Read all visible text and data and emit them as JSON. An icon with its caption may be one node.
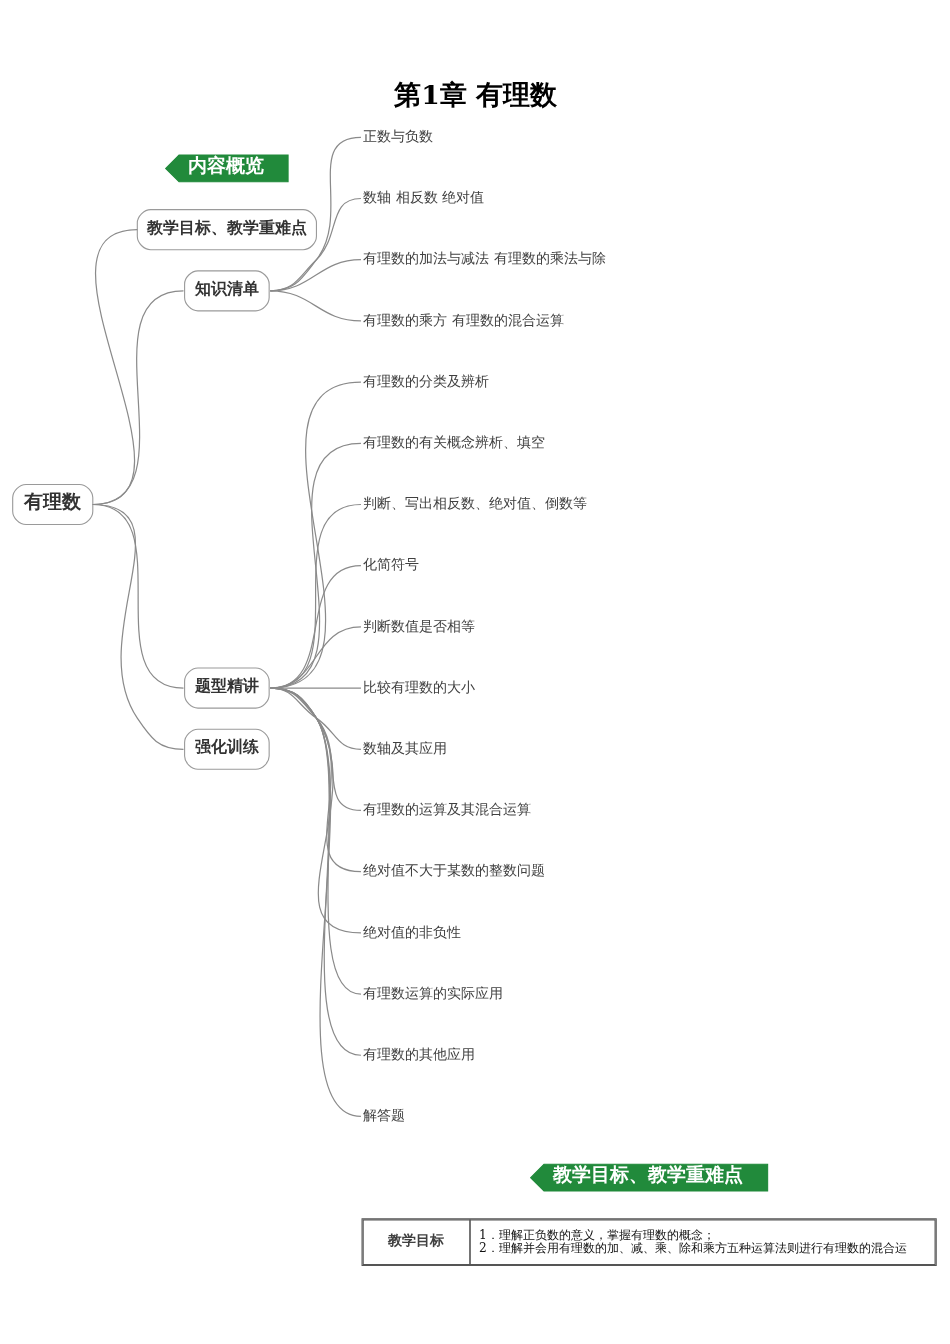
{
  "diagram": {
    "title": "第1章 有理数",
    "nodes": [
      {
        "text": [
          "内容概览"
        ]
      },
      {
        "text": [
          "有理数"
        ]
      },
      {
        "text": [
          "教学目标、教学重难点"
        ]
      },
      {
        "text": [
          "知识清单"
        ]
      },
      {
        "text": [
          "正数与负数"
        ]
      },
      {
        "text": [
          "数轴 相反数 绝对值"
        ]
      },
      {
        "text": [
          "有理数的加法与减法 有理数的乘法与除"
        ]
      },
      {
        "text": [
          "有理数的乘方 有理数的混合运算"
        ]
      },
      {
        "text": [
          "题型精讲"
        ]
      },
      {
        "text": [
          "有理数的分类及辨析"
        ]
      },
      {
        "text": [
          "有理数的有关概念辨析、填空"
        ]
      },
      {
        "text": [
          "判断、写出相反数、绝对值、倒数等"
        ]
      },
      {
        "text": [
          "化简符号"
        ]
      },
      {
        "text": [
          "判断数值是否相等"
        ]
      },
      {
        "text": [
          "比较有理数的大小"
        ]
      },
      {
        "text": [
          "数轴及其应用"
        ]
      },
      {
        "text": [
          "有理数的运算及其混合运算"
        ]
      },
      {
        "text": [
          "绝对值不大于某数的整数问题"
        ]
      },
      {
        "text": [
          "绝对值的非负性"
        ]
      },
      {
        "text": [
          "有理数运算的实际应用"
        ]
      },
      {
        "text": [
          "有理数的其他应用"
        ]
      },
      {
        "text": [
          "解答题"
        ]
      },
      {
        "text": [
          "强化训练"
        ]
      },
      {
        "text": [
          "教学目标、教学重难点"
        ]
      }
    ],
    "edges": [
      {
        "from": 1,
        "to": 2,
        "arrow": "none"
      },
      {
        "from": 1,
        "to": 3,
        "arrow": "none"
      },
      {
        "from": 1,
        "to": 8,
        "arrow": "none"
      },
      {
        "from": 1,
        "to": 22,
        "arrow": "none"
      },
      {
        "from": 3,
        "to": 4,
        "arrow": "none"
      },
      {
        "from": 3,
        "to": 5,
        "arrow": "none"
      },
      {
        "from": 3,
        "to": 6,
        "arrow": "none"
      },
      {
        "from": 3,
        "to": 7,
        "arrow": "none"
      },
      {
        "from": 8,
        "to": 9,
        "arrow": "none"
      },
      {
        "from": 8,
        "to": 10,
        "arrow": "none"
      },
      {
        "from": 8,
        "to": 11,
        "arrow": "none"
      },
      {
        "from": 8,
        "to": 12,
        "arrow": "none"
      },
      {
        "from": 8,
        "to": 13,
        "arrow": "none"
      },
      {
        "from": 8,
        "to": 14,
        "arrow": "none"
      },
      {
        "from": 8,
        "to": 15,
        "arrow": "none"
      },
      {
        "from": 8,
        "to": 16,
        "arrow": "none"
      },
      {
        "from": 8,
        "to": 17,
        "arrow": "none"
      },
      {
        "from": 8,
        "to": 18,
        "arrow": "none"
      },
      {
        "from": 8,
        "to": 19,
        "arrow": "none"
      },
      {
        "from": 8,
        "to": 20,
        "arrow": "none"
      },
      {
        "from": 8,
        "to": 21,
        "arrow": "none"
      }
    ],
    "labels": [
      "教学目标",
      "1．理解正负数的意义，掌握有理数的概念；",
      "2．理解并会用有理数的加、减、乘、除和乘方五种运算法则进行有理数的混合运"
    ]
  }
}
